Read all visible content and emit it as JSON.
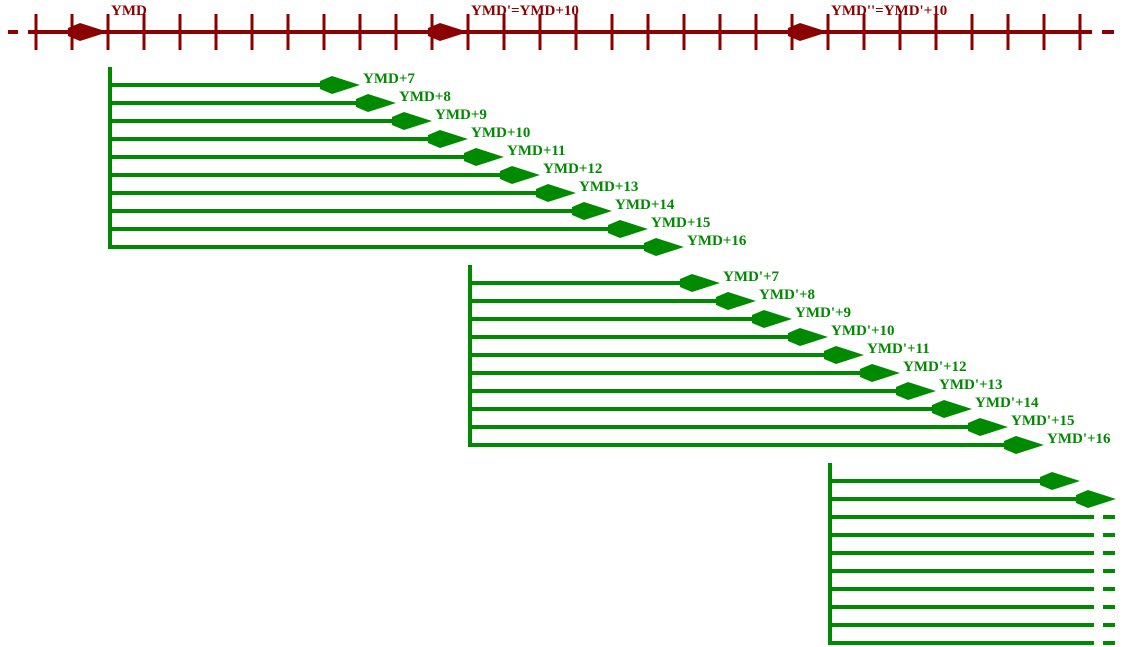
{
  "colors": {
    "timeline": "#8b0000",
    "windows": "#008a00"
  },
  "timeline": {
    "labels": [
      {
        "text": "YMD",
        "tick": 0
      },
      {
        "text": "YMD'=YMD+10",
        "tick": 10
      },
      {
        "text": "YMD''=YMD'+10",
        "tick": 20
      }
    ],
    "first_tick": -2,
    "last_tick": 27
  },
  "groups": [
    {
      "start_tick": 0,
      "labels": [
        "YMD+7",
        "YMD+8",
        "YMD+9",
        "YMD+10",
        "YMD+11",
        "YMD+12",
        "YMD+13",
        "YMD+14",
        "YMD+15",
        "YMD+16"
      ],
      "offsets": [
        7,
        8,
        9,
        10,
        11,
        12,
        13,
        14,
        15,
        16
      ],
      "truncated_after": null
    },
    {
      "start_tick": 10,
      "labels": [
        "YMD'+7",
        "YMD'+8",
        "YMD'+9",
        "YMD'+10",
        "YMD'+11",
        "YMD'+12",
        "YMD'+13",
        "YMD'+14",
        "YMD'+15",
        "YMD'+16"
      ],
      "offsets": [
        7,
        8,
        9,
        10,
        11,
        12,
        13,
        14,
        15,
        16
      ],
      "truncated_after": null
    },
    {
      "start_tick": 20,
      "labels": [],
      "offsets": [
        7,
        8,
        9,
        10,
        11,
        12,
        13,
        14,
        15,
        16
      ],
      "truncated_after": 2
    }
  ]
}
